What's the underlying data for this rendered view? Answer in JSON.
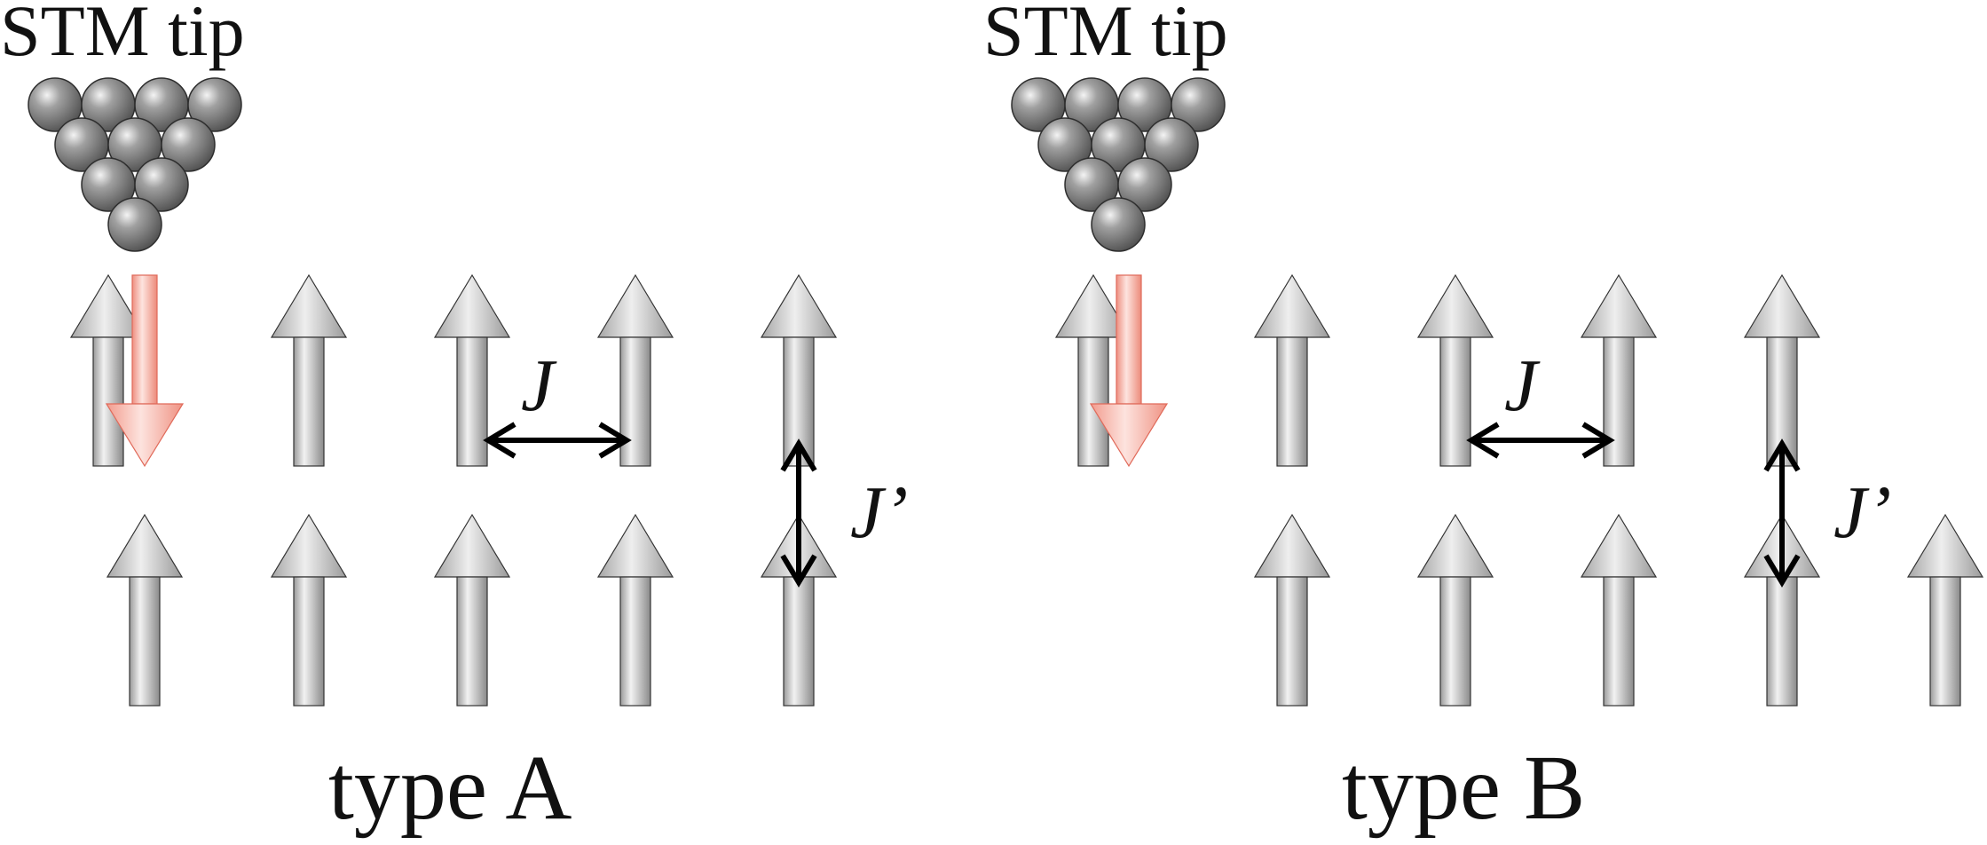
{
  "colors": {
    "background": "#ffffff",
    "spin_up": "#b8b8b8",
    "spin_flipped": "#f4a294",
    "tip_atom": "#7d7d7d",
    "coupling_arrow": "#000000"
  },
  "panels": [
    {
      "tip_label": "STM tip",
      "type_label": "type A",
      "coupling_J": "J",
      "coupling_J_prime": "J’",
      "upper_row_spins": [
        "flipped-down",
        "up",
        "up",
        "up",
        "up"
      ],
      "lower_row_spins": [
        "up",
        "up",
        "up",
        "up",
        "up"
      ],
      "lower_row_offset": "aligned"
    },
    {
      "tip_label": "STM tip",
      "type_label": "type B",
      "coupling_J": "J",
      "coupling_J_prime": "J’",
      "upper_row_spins": [
        "flipped-down",
        "up",
        "up",
        "up",
        "up"
      ],
      "lower_row_spins": [
        "up",
        "up",
        "up",
        "up",
        "up"
      ],
      "lower_row_offset": "shifted by one site"
    }
  ]
}
